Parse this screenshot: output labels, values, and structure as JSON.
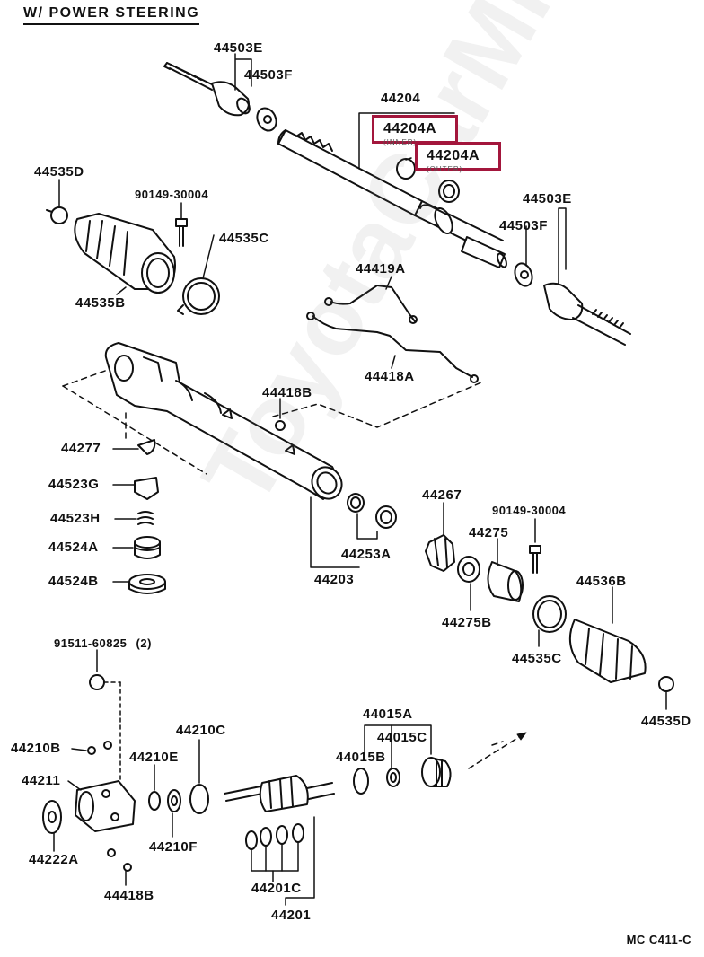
{
  "title": "W/ POWER STEERING",
  "footer_code": "MC C411-C",
  "watermark": "ToyotaCarMine.ru",
  "highlight_color": "#a3163c",
  "highlighted": {
    "inner": {
      "part": "44204A",
      "note": "(INNER)"
    },
    "outer": {
      "part": "44204A",
      "note": "(OUTER)"
    }
  },
  "labels": {
    "p44503E_top": "44503E",
    "p44503F_top": "44503F",
    "p44204": "44204",
    "p44535D_left": "44535D",
    "p90149_top": "90149-30004",
    "p44535C_top": "44535C",
    "p44535B": "44535B",
    "p44503E_right": "44503E",
    "p44503F_right": "44503F",
    "p44419A": "44419A",
    "p44418A": "44418A",
    "p44418B": "44418B",
    "p44277": "44277",
    "p44523G": "44523G",
    "p44523H": "44523H",
    "p44524A": "44524A",
    "p44524B": "44524B",
    "p44267": "44267",
    "p90149_mid": "90149-30004",
    "p44275": "44275",
    "p44253A": "44253A",
    "p44203": "44203",
    "p44536B": "44536B",
    "p44275B": "44275B",
    "p44535C_bottom": "44535C",
    "p44535D_right": "44535D",
    "p91511": "91511-60825",
    "p91511_qty": "(2)",
    "p44015A": "44015A",
    "p44015B": "44015B",
    "p44015C": "44015C",
    "p44210C": "44210C",
    "p44210B": "44210B",
    "p44210E": "44210E",
    "p44211": "44211",
    "p44222A": "44222A",
    "p44210F": "44210F",
    "p44418B_bottom": "44418B",
    "p44201C": "44201C",
    "p44201": "44201"
  }
}
